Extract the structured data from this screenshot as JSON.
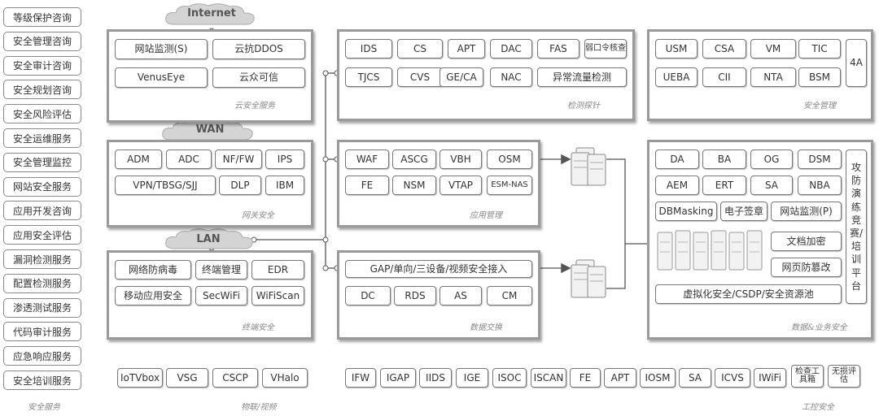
{
  "left_services": [
    "等级保护咨询",
    "安全管理咨询",
    "安全审计咨询",
    "安全规划咨询",
    "安全风险评估",
    "安全运维服务",
    "安全管理监控",
    "网站安全服务",
    "应用开发咨询",
    "应用安全评估",
    "漏洞检测服务",
    "配置检测服务",
    "渗透测试服务",
    "代码审计服务",
    "应急响应服务",
    "安全培训服务"
  ],
  "left_caption": "安全服务",
  "clouds": {
    "internet": "Internet",
    "wan": "WAN",
    "lan": "LAN"
  },
  "cloud_security": {
    "caption": "云安全服务",
    "items": [
      "网站监测(S)",
      "云抗DDOS",
      "VenusEye",
      "云众可信"
    ]
  },
  "gateway": {
    "caption": "网关安全",
    "items": [
      "ADM",
      "ADC",
      "NF/FW",
      "IPS",
      "VPN/TBSG/SJJ",
      "DLP",
      "IBM"
    ]
  },
  "terminal": {
    "caption": "终端安全",
    "items": [
      "网络防病毒",
      "终端管理",
      "EDR",
      "移动应用安全",
      "SecWiFi",
      "WiFiScan"
    ]
  },
  "iot": {
    "caption": "物联/视频",
    "items": [
      "IoTVbox",
      "VSG",
      "CSCP",
      "VHalo"
    ]
  },
  "detection": {
    "caption": "检测探针",
    "items": [
      "IDS",
      "CS",
      "APT",
      "DAC",
      "FAS",
      "弱口令核查",
      "TJCS",
      "CVS",
      "GE/CA",
      "NAC",
      "异常流量检测"
    ]
  },
  "app_mgmt": {
    "caption": "应用管理",
    "items": [
      "WAF",
      "ASCG",
      "VBH",
      "OSM",
      "FE",
      "NSM",
      "VTAP",
      "ESM-NAS"
    ]
  },
  "data_exchange": {
    "caption": "数据交换",
    "items": [
      "GAP/单向/三设备/视频安全接入",
      "DC",
      "RDS",
      "AS",
      "CM"
    ]
  },
  "ics": {
    "caption": "工控安全",
    "items": [
      "IFW",
      "IGAP",
      "IIDS",
      "IGE",
      "ISOC",
      "ISCAN",
      "FE",
      "APT",
      "IOSM",
      "SA",
      "ICVS",
      "IWiFi",
      "检查工具箱",
      "无损评估"
    ]
  },
  "sec_mgmt": {
    "caption": "安全管理",
    "items": [
      "USM",
      "CSA",
      "VM",
      "TIC",
      "UEBA",
      "CII",
      "NTA",
      "BSM",
      "4A"
    ]
  },
  "data_biz": {
    "caption": "数据&业务安全",
    "items": [
      "DA",
      "BA",
      "OG",
      "DSM",
      "AEM",
      "ERT",
      "SA",
      "NBA",
      "DBMasking",
      "电子签章",
      "网站监测(P)",
      "文档加密",
      "网页防篡改",
      "虚拟化安全/CSDP/安全资源池"
    ],
    "side": "攻防演练竞赛/培训平台"
  },
  "colors": {
    "panel_border": "#9a9a9a",
    "box_border": "#777777",
    "line": "#555555"
  }
}
